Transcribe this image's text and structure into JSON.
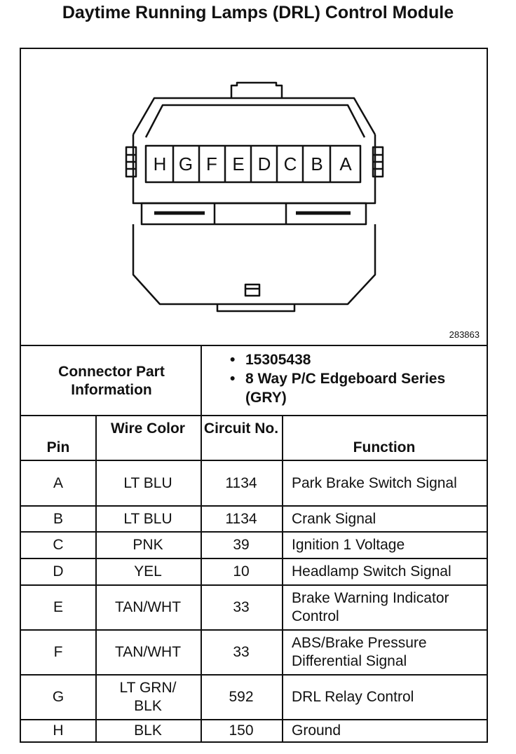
{
  "title": "Daytime Running Lamps (DRL) Control Module",
  "figure_ref": "283863",
  "connector": {
    "pin_letters": [
      "H",
      "G",
      "F",
      "E",
      "D",
      "C",
      "B",
      "A"
    ]
  },
  "connector_info": {
    "label": "Connector Part Information",
    "items": [
      "15305438",
      "8 Way P/C Edgeboard Series (GRY)"
    ]
  },
  "table": {
    "headers": {
      "pin": "Pin",
      "wire_color": "Wire Color",
      "circuit_no": "Circuit No.",
      "function": "Function"
    },
    "rows": [
      {
        "pin": "A",
        "wire_color": "LT BLU",
        "circuit": "1134",
        "function": "Park Brake Switch Signal"
      },
      {
        "pin": "B",
        "wire_color": "LT BLU",
        "circuit": "1134",
        "function": "Crank Signal"
      },
      {
        "pin": "C",
        "wire_color": "PNK",
        "circuit": "39",
        "function": "Ignition 1 Voltage"
      },
      {
        "pin": "D",
        "wire_color": "YEL",
        "circuit": "10",
        "function": "Headlamp Switch Signal"
      },
      {
        "pin": "E",
        "wire_color": "TAN/WHT",
        "circuit": "33",
        "function": "Brake Warning Indicator Control"
      },
      {
        "pin": "F",
        "wire_color": "TAN/WHT",
        "circuit": "33",
        "function": "ABS/Brake Pressure Differential Signal"
      },
      {
        "pin": "G",
        "wire_color": "LT GRN/ BLK",
        "circuit": "592",
        "function": "DRL Relay Control"
      },
      {
        "pin": "H",
        "wire_color": "BLK",
        "circuit": "150",
        "function": "Ground"
      }
    ]
  }
}
